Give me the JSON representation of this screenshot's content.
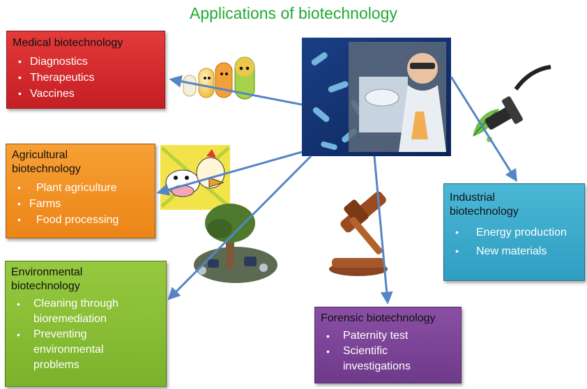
{
  "title": "Applications of biotechnology",
  "boxes": {
    "medical": {
      "heading": "Medical biotechnology",
      "items": [
        "Diagnostics",
        "Therapeutics",
        "Vaccines"
      ]
    },
    "agricultural": {
      "heading_lines": [
        "Agricultural",
        "biotechnology"
      ],
      "items": [
        "Plant agriculture",
        "Farms",
        "Food processing"
      ]
    },
    "environmental": {
      "heading_lines": [
        "Environmental",
        "biotechnology"
      ],
      "items": [
        [
          "Cleaning through",
          "bioremediation"
        ],
        [
          "Preventing",
          "environmental",
          "problems"
        ]
      ]
    },
    "forensic": {
      "heading": "Forensic biotechnology",
      "items": [
        [
          "Paternity test"
        ],
        [
          "Scientific",
          "investigations"
        ]
      ]
    },
    "industrial": {
      "heading_lines": [
        "Industrial",
        "biotechnology"
      ],
      "items": [
        "Energy production",
        "New materials"
      ]
    }
  },
  "colors": {
    "title": "#22aa33",
    "medical": "#d62b2f",
    "agricultural": "#f29226",
    "environmental": "#88bd35",
    "forensic": "#7c449a",
    "industrial": "#3aabcc",
    "arrow": "#5585c6"
  },
  "images": [
    "bacteria-lab-scientist-image",
    "pill-characters-image",
    "cartoon-cow-chicken-image",
    "polluted-tree-image",
    "gavel-image",
    "fuel-nozzle-leaf-image"
  ]
}
